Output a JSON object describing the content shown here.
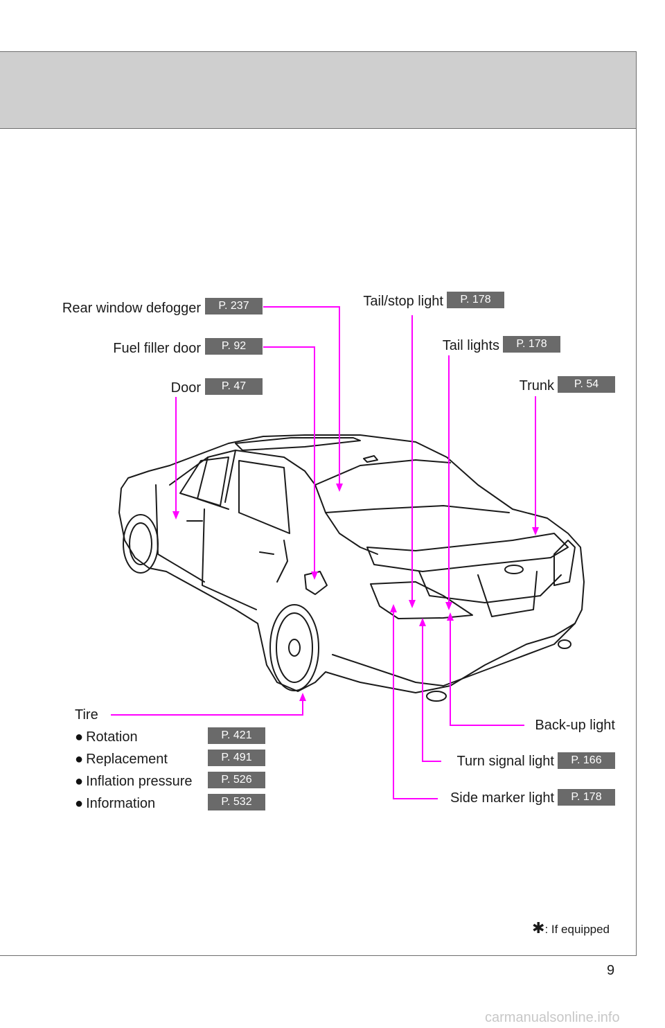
{
  "page": {
    "number": "9"
  },
  "callouts": {
    "rear_window_defogger": {
      "label": "Rear window defogger",
      "page": "P. 237"
    },
    "fuel_filler_door": {
      "label": "Fuel filler door",
      "page": "P. 92"
    },
    "door": {
      "label": "Door",
      "page": "P. 47"
    },
    "tail_stop_light": {
      "label": "Tail/stop light",
      "page": "P. 178"
    },
    "tail_lights": {
      "label": "Tail lights",
      "page": "P. 178"
    },
    "trunk": {
      "label": "Trunk",
      "page": "P. 54"
    },
    "back_up_light": {
      "label": "Back-up light"
    },
    "turn_signal_light": {
      "label": "Turn signal light",
      "page": "P. 166"
    },
    "side_marker_light": {
      "label": "Side marker light",
      "page": "P. 178"
    }
  },
  "tire": {
    "heading": "Tire",
    "items": [
      {
        "label": "Rotation",
        "page": "P. 421"
      },
      {
        "label": "Replacement",
        "page": "P. 491"
      },
      {
        "label": "Inflation pressure",
        "page": "P. 526"
      },
      {
        "label": "Information",
        "page": "P. 532"
      }
    ]
  },
  "footnote": {
    "symbol": "✱",
    "text": ": If equipped"
  },
  "watermark": "carmanualsonline.info",
  "colors": {
    "leader": "#ff00ff",
    "badge": "#6a6a6a",
    "header": "#cfcfcf"
  }
}
